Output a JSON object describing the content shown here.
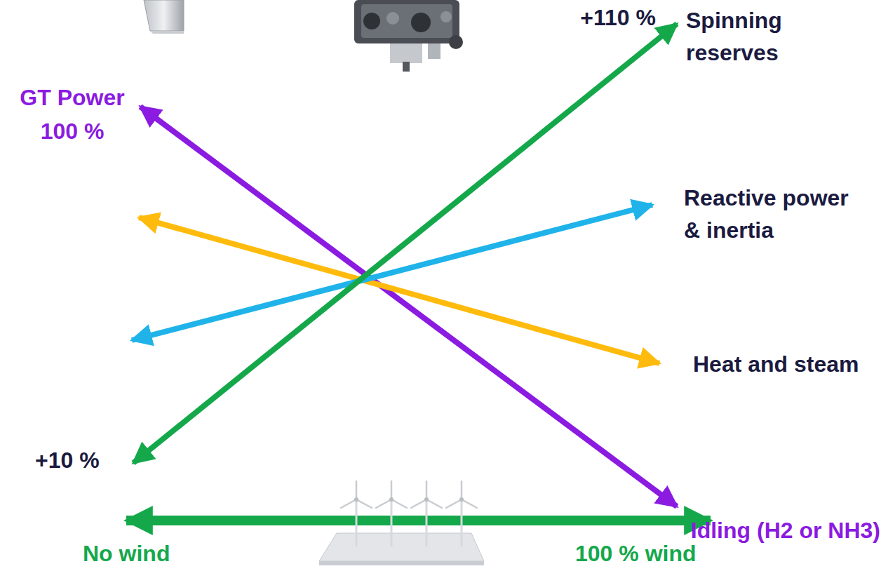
{
  "diagram": {
    "labels": [
      "+110 %",
      "Spinning reserves",
      "GT Power",
      "100 %",
      "Reactive power & inertia",
      "Heat and steam",
      "+10 %",
      "Idling (H2 or NH3)",
      "No wind",
      "100 % wind"
    ]
  }
}
